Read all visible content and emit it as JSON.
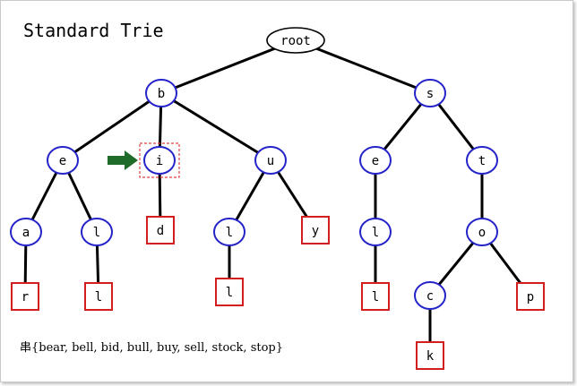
{
  "title": "Standard Trie",
  "caption": "串{bear, bell, bid, bull, buy, sell, stock, stop}",
  "colors": {
    "internal_stroke": "#2323c8",
    "leaf_stroke": "#d21e1e",
    "edge": "#000000",
    "arrow": "#1f6b2a",
    "highlight_dash": "#e04040"
  },
  "arrow_icon": "arrow-right-icon",
  "nodes": [
    {
      "id": "root",
      "label": "root",
      "kind": "root"
    },
    {
      "id": "b",
      "label": "b",
      "kind": "internal"
    },
    {
      "id": "s",
      "label": "s",
      "kind": "internal"
    },
    {
      "id": "be",
      "label": "e",
      "kind": "internal"
    },
    {
      "id": "bi",
      "label": "i",
      "kind": "internal",
      "highlighted": true
    },
    {
      "id": "bu",
      "label": "u",
      "kind": "internal"
    },
    {
      "id": "se",
      "label": "e",
      "kind": "internal"
    },
    {
      "id": "st",
      "label": "t",
      "kind": "internal"
    },
    {
      "id": "bea",
      "label": "a",
      "kind": "internal"
    },
    {
      "id": "bel",
      "label": "l",
      "kind": "internal"
    },
    {
      "id": "bid",
      "label": "d",
      "kind": "leaf"
    },
    {
      "id": "bul",
      "label": "l",
      "kind": "internal"
    },
    {
      "id": "buy",
      "label": "y",
      "kind": "leaf"
    },
    {
      "id": "sel",
      "label": "l",
      "kind": "internal"
    },
    {
      "id": "sto",
      "label": "o",
      "kind": "internal"
    },
    {
      "id": "bear",
      "label": "r",
      "kind": "leaf"
    },
    {
      "id": "bell",
      "label": "l",
      "kind": "leaf"
    },
    {
      "id": "bull",
      "label": "l",
      "kind": "leaf"
    },
    {
      "id": "sell",
      "label": "l",
      "kind": "leaf"
    },
    {
      "id": "stoc",
      "label": "c",
      "kind": "internal"
    },
    {
      "id": "stop",
      "label": "p",
      "kind": "leaf"
    },
    {
      "id": "stock",
      "label": "k",
      "kind": "leaf"
    }
  ],
  "edges": [
    [
      "root",
      "b"
    ],
    [
      "root",
      "s"
    ],
    [
      "b",
      "be"
    ],
    [
      "b",
      "bi"
    ],
    [
      "b",
      "bu"
    ],
    [
      "s",
      "se"
    ],
    [
      "s",
      "st"
    ],
    [
      "be",
      "bea"
    ],
    [
      "be",
      "bel"
    ],
    [
      "bi",
      "bid"
    ],
    [
      "bu",
      "bul"
    ],
    [
      "bu",
      "buy"
    ],
    [
      "se",
      "sel"
    ],
    [
      "st",
      "sto"
    ],
    [
      "bea",
      "bear"
    ],
    [
      "bel",
      "bell"
    ],
    [
      "bul",
      "bull"
    ],
    [
      "sel",
      "sell"
    ],
    [
      "sto",
      "stoc"
    ],
    [
      "sto",
      "stop"
    ],
    [
      "stoc",
      "stock"
    ]
  ]
}
